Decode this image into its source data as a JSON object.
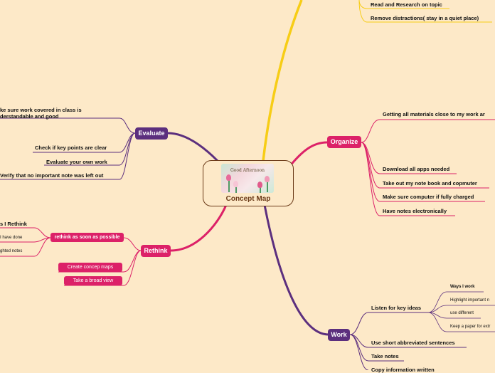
{
  "center": {
    "title": "Concept Map",
    "image_text": "Good Afternoon"
  },
  "colors": {
    "background": "#fde9c8",
    "purple": "#5c2f7e",
    "pink": "#dc2168",
    "yellow": "#f7cd16",
    "center_border": "#6b3a18"
  },
  "top_branch": {
    "items": [
      "Read and Research on topic",
      "Remove distractions( stay in a quiet place)"
    ]
  },
  "evaluate": {
    "label": "Evaluate",
    "items": [
      "ke sure work covered in class is derstandable and good",
      "Check if key points are clear",
      "Evaluate your own work",
      "Verify that no important note was left out"
    ]
  },
  "organize": {
    "label": "Organize",
    "items": [
      "Getting all materials close to my work ar",
      "Download all apps needed",
      "Take out my note book and copmuter",
      "Make sure computer if fully charged",
      "Have notes electronically"
    ]
  },
  "rethink": {
    "label": "Rethink",
    "subnode": "rethink as soon as possible",
    "sub_items": [
      "s I Rethink",
      "I have done",
      "ghted notes"
    ],
    "items": [
      "Create concep maps",
      "Take a broad view"
    ]
  },
  "work": {
    "label": "Work",
    "listen": "Listen for key ideas",
    "listen_items": [
      "Ways I work",
      "Highlight important n",
      "use different",
      "Keep a paper for extr"
    ],
    "items": [
      "Use short abbreviated sentences",
      "Take notes",
      "Copy information written"
    ]
  }
}
